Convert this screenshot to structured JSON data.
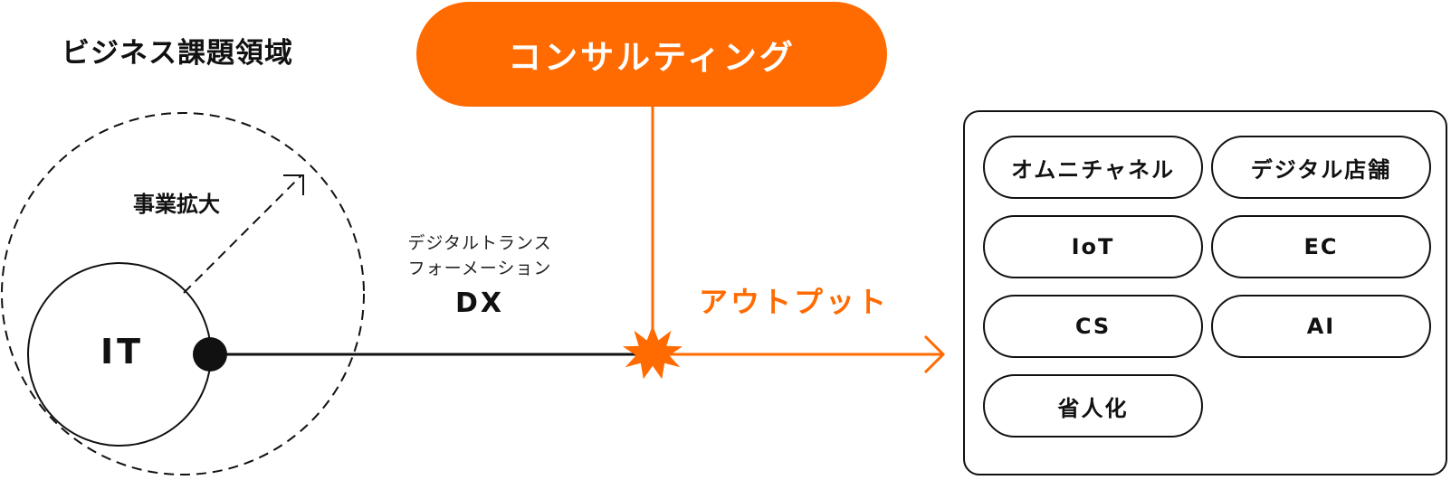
{
  "diagram": {
    "domain_title": "ビジネス課題領域",
    "consulting_label": "コンサルティング",
    "expand_label": "事業拡大",
    "it_label": "IT",
    "dx_full_line1": "デジタルトランス",
    "dx_full_line2": "フォーメーション",
    "dx_label": "DX",
    "output_label": "アウトプット",
    "outputs": [
      "オムニチャネル",
      "デジタル店舗",
      "IoT",
      "EC",
      "CS",
      "AI",
      "省人化"
    ]
  },
  "colors": {
    "accent": "#ff6b00",
    "line": "#111111",
    "background": "#ffffff"
  }
}
